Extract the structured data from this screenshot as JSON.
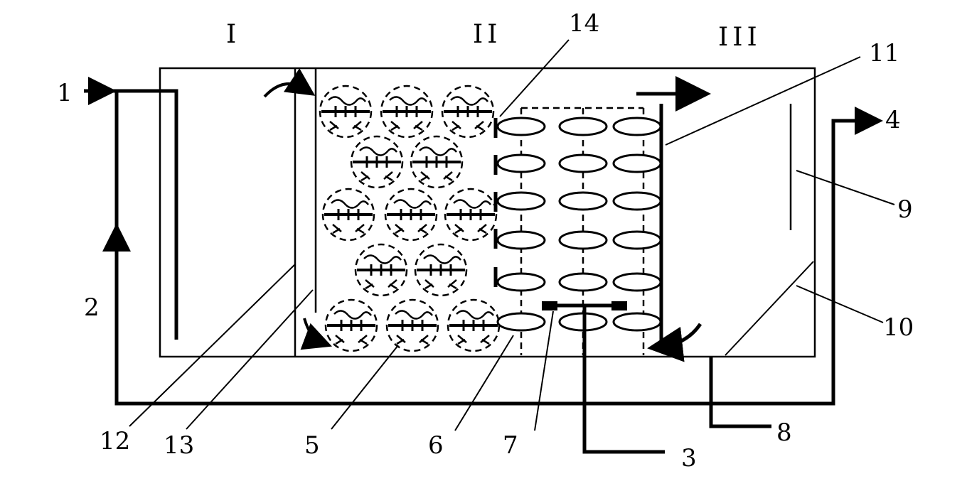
{
  "zones": {
    "zone1": "I",
    "zone2": "II",
    "zone3": "III"
  },
  "labels": {
    "l1": "1",
    "l2": "2",
    "l3": "3",
    "l4": "4",
    "l5": "5",
    "l6": "6",
    "l7": "7",
    "l8": "8",
    "l9": "9",
    "l10": "10",
    "l11": "11",
    "l12": "12",
    "l13": "13",
    "l14": "14"
  }
}
